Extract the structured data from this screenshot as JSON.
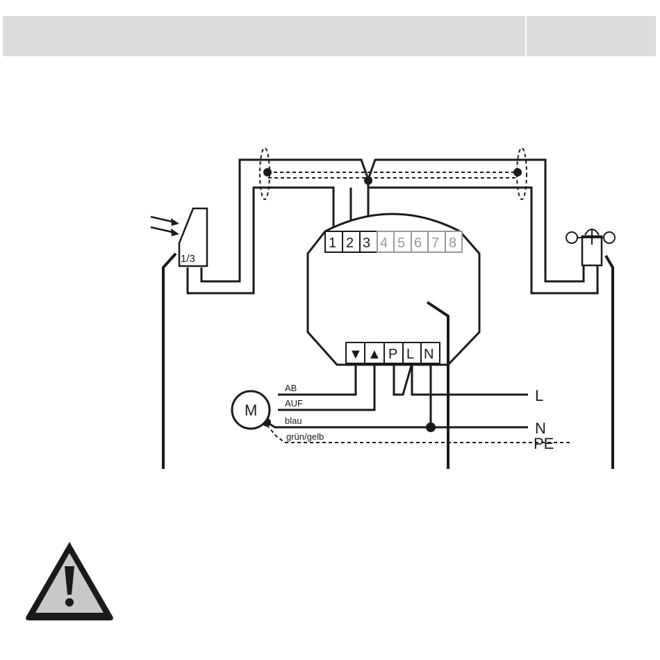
{
  "header": {
    "left_text": "",
    "right_text": ""
  },
  "diagram": {
    "sensor_label": "1/3",
    "terminals_top": [
      "1",
      "2",
      "3",
      "4",
      "5",
      "6",
      "7",
      "8"
    ],
    "terminals_bottom": {
      "down": "▼",
      "up": "▲",
      "p": "P",
      "l": "L",
      "n": "N"
    },
    "motor_label": "M",
    "wires": {
      "ab": "AB",
      "auf": "AUF",
      "blau": "blau",
      "gruen_gelb": "grün/gelb"
    },
    "lines": {
      "l": "L",
      "n": "N",
      "pe": "PE"
    }
  },
  "colors": {
    "header_bar": "#dcdcdc",
    "line": "#1a1a1a",
    "inactive_terminal": "#999999",
    "warning_fill": "#c8c8c8"
  },
  "icons": {
    "warning": "warning-triangle-icon",
    "light_sensor": "light-sensor-icon",
    "wind_sensor": "anemometer-icon"
  }
}
